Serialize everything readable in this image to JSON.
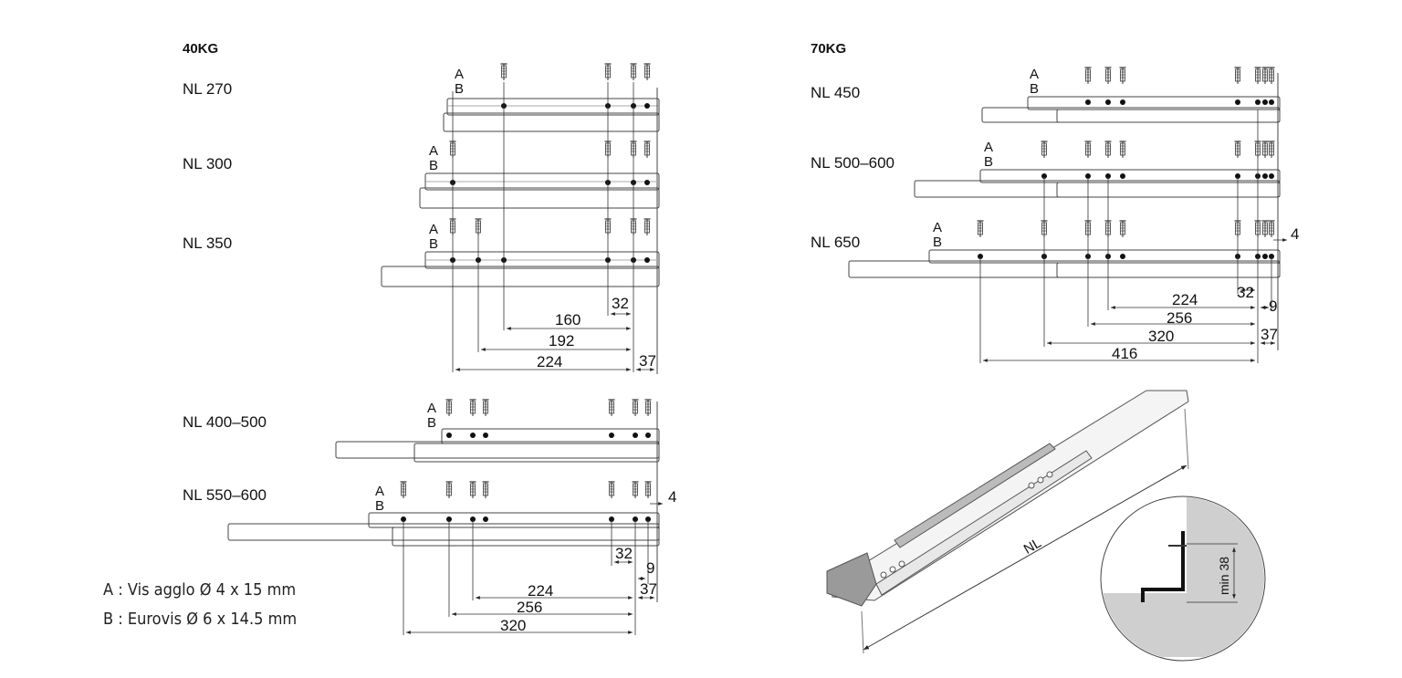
{
  "groups": {
    "g40": {
      "title": "40KG",
      "rows": [
        "NL 270",
        "NL 300",
        "NL 350"
      ]
    },
    "g40b": {
      "rows": [
        "NL 400–500",
        "NL 550–600"
      ]
    },
    "g70": {
      "title": "70KG",
      "rows": [
        "NL 450",
        "NL 500–600",
        "NL 650"
      ]
    }
  },
  "markers": {
    "a": "A",
    "b": "B"
  },
  "legend": {
    "a": "A : Vis agglo Ø 4 x 15 mm",
    "b": "B : Eurovis Ø 6 x 14.5 mm"
  },
  "dims": {
    "d40": [
      "32",
      "160",
      "192",
      "224",
      "37"
    ],
    "d40b": [
      "32",
      "9",
      "224",
      "256",
      "320",
      "37",
      "4"
    ],
    "d70": [
      "4",
      "224",
      "32",
      "9",
      "256",
      "320",
      "37",
      "416"
    ]
  },
  "iso": {
    "nl": "NL",
    "min": "min 38"
  },
  "colors": {
    "line": "#3a3a3a",
    "gray": "#9a9a9a",
    "wall": "#cfcfcf"
  }
}
